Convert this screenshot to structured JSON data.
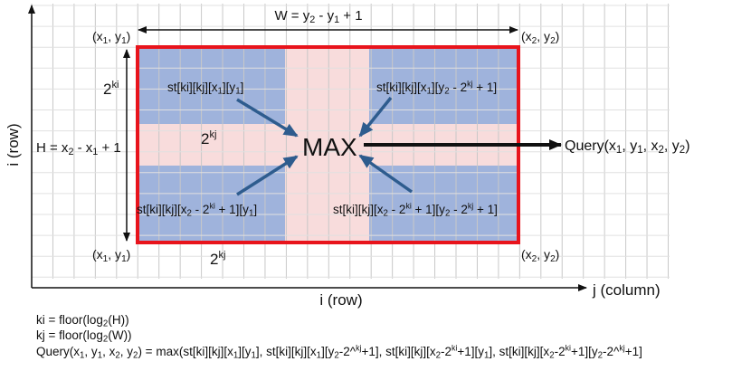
{
  "colors": {
    "grid": "#c8c8c8",
    "red": "#e8141c",
    "blue": "#9fb3dc",
    "pink": "#f8dcdc",
    "arrow_blue": "#2e5c8e",
    "black": "#111111"
  },
  "labels": {
    "width_eq": [
      {
        "t": "W = y"
      },
      {
        "s": "2"
      },
      {
        "t": " - y"
      },
      {
        "s": "1"
      },
      {
        "t": " + 1"
      }
    ],
    "tl_corner": [
      {
        "t": "(x"
      },
      {
        "s": "1"
      },
      {
        "t": ", y"
      },
      {
        "s": "1"
      },
      {
        "t": ")"
      }
    ],
    "tr_corner": [
      {
        "t": "(x"
      },
      {
        "s": "2"
      },
      {
        "t": ", y"
      },
      {
        "s": "2"
      },
      {
        "t": ")"
      }
    ],
    "bl_corner": [
      {
        "t": "(x"
      },
      {
        "s": "1"
      },
      {
        "t": ", y"
      },
      {
        "s": "1"
      },
      {
        "t": ")"
      }
    ],
    "br_corner": [
      {
        "t": "(x"
      },
      {
        "s": "2"
      },
      {
        "t": ", y"
      },
      {
        "s": "2"
      },
      {
        "t": ")"
      }
    ],
    "pow_ki": [
      {
        "t": "2"
      },
      {
        "p": "ki"
      }
    ],
    "pow_kj_mid": [
      {
        "t": "2"
      },
      {
        "p": "kj"
      }
    ],
    "pow_kj_bottom": [
      {
        "t": "2"
      },
      {
        "p": "kj"
      }
    ],
    "height_eq": [
      {
        "t": "H = x"
      },
      {
        "s": "2"
      },
      {
        "t": " - x"
      },
      {
        "s": "1"
      },
      {
        "t": " + 1"
      }
    ],
    "st_tl": [
      {
        "t": "st[ki][kj][x"
      },
      {
        "s": "1"
      },
      {
        "t": "][y"
      },
      {
        "s": "1"
      },
      {
        "t": "]"
      }
    ],
    "st_tr": [
      {
        "t": "st[ki][kj][x"
      },
      {
        "s": "1"
      },
      {
        "t": "][y"
      },
      {
        "s": "2"
      },
      {
        "t": " - 2"
      },
      {
        "p": "kj"
      },
      {
        "t": " + 1]"
      }
    ],
    "st_bl": [
      {
        "t": "st[ki][kj][x"
      },
      {
        "s": "2"
      },
      {
        "t": " - 2"
      },
      {
        "p": "ki"
      },
      {
        "t": " + 1][y"
      },
      {
        "s": "1"
      },
      {
        "t": "]"
      }
    ],
    "st_br": [
      {
        "t": "st[ki][kj][x"
      },
      {
        "s": "2"
      },
      {
        "t": " - 2"
      },
      {
        "p": "ki"
      },
      {
        "t": " + 1][y"
      },
      {
        "s": "2"
      },
      {
        "t": " - 2"
      },
      {
        "p": "kj"
      },
      {
        "t": " + 1]"
      }
    ],
    "query": [
      {
        "t": "Query(x"
      },
      {
        "s": "1"
      },
      {
        "t": ", y"
      },
      {
        "s": "1"
      },
      {
        "t": ", x"
      },
      {
        "s": "2"
      },
      {
        "t": ", y"
      },
      {
        "s": "2"
      },
      {
        "t": ")"
      }
    ],
    "formula_ki": [
      {
        "t": "ki = floor(log"
      },
      {
        "s": "2"
      },
      {
        "t": "(H))"
      }
    ],
    "formula_kj": [
      {
        "t": "kj = floor(log"
      },
      {
        "s": "2"
      },
      {
        "t": "(W))"
      }
    ],
    "formula_query": [
      {
        "t": "Query(x"
      },
      {
        "s": "1"
      },
      {
        "t": ", y"
      },
      {
        "s": "1"
      },
      {
        "t": ", x"
      },
      {
        "s": "2"
      },
      {
        "t": ", y"
      },
      {
        "s": "2"
      },
      {
        "t": ") = max(st[ki][kj][x"
      },
      {
        "s": "1"
      },
      {
        "t": "][y"
      },
      {
        "s": "1"
      },
      {
        "t": "], st[ki][kj][x"
      },
      {
        "s": "1"
      },
      {
        "t": "][y"
      },
      {
        "s": "2"
      },
      {
        "t": "-2^"
      },
      {
        "p": "kj"
      },
      {
        "t": "+1], st[ki][kj][x"
      },
      {
        "s": "2"
      },
      {
        "t": "-2"
      },
      {
        "p": "ki"
      },
      {
        "t": "+1][y"
      },
      {
        "s": "1"
      },
      {
        "t": "], st[ki][kj][x"
      },
      {
        "s": "2"
      },
      {
        "t": "-2"
      },
      {
        "p": "ki"
      },
      {
        "t": "+1][y"
      },
      {
        "s": "2"
      },
      {
        "t": "-2^"
      },
      {
        "p": "kj"
      },
      {
        "t": "+1]"
      }
    ]
  },
  "max_label": "MAX",
  "axis_y_label": "i (row)",
  "axis_x_label_center": "i (row)",
  "axis_x_label_right": "j (column)"
}
